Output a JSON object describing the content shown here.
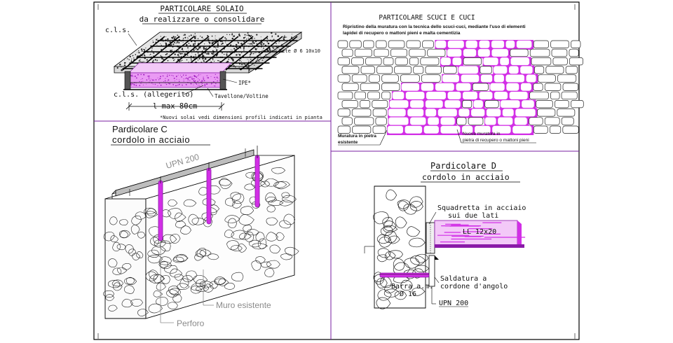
{
  "colors": {
    "frame": "#000000",
    "divider": "#7a1fa2",
    "accent": "#d22fe6",
    "accent_dark": "#8a1aa8",
    "wall_line": "#222222",
    "label_grey": "#8a8a8a"
  },
  "panel_a": {
    "title": "PARTICOLARE  SOLAIO",
    "subtitle": "da realizzare o consolidare",
    "label_cls_top": "c.l.s.",
    "label_cls_light": "c.l.s. (allegerito)",
    "label_rete": "Rete Ø 6 10x10",
    "label_ipe": "IPE*",
    "label_tavellone": "Tavellone/Voltine",
    "label_span": "l max     80cm",
    "note": "*Nuovi solai vedi dimensioni profili indicati in pianta"
  },
  "panel_b": {
    "title": "PARTICOLARE SCUCI E CUCI",
    "description_line1": "Ripristino della muratura con la tecnica dello scuci-cuci, mediante l'uso di elementi",
    "description_line2": "lapidei di recupero o mattoni pieni e malta cementizia",
    "label_existing_line1": "Muratura in pietra",
    "label_existing_line2": "esistente",
    "label_new_line1": "Nuova muratura in",
    "label_new_line2": "pietra di recupero o mattoni pieni"
  },
  "panel_c": {
    "title": "Pardicolare C",
    "subtitle": "cordolo in acciaio",
    "label_upn": "UPN 200",
    "label_wall": "Muro esistente",
    "label_hole": "Perforo"
  },
  "panel_d": {
    "title": "Pardicolare D",
    "subtitle": "cordolo in acciaio",
    "label_squadretta_line1": "Squadretta in acciaio",
    "label_squadretta_line2": "sui due lati",
    "label_ll": "LL 12x20",
    "label_saldatura_line1": "Saldatura a",
    "label_saldatura_line2": "cordone d'angolo",
    "label_barra_line1": "Barra a.m.",
    "label_barra_line2": "Ø 16",
    "label_upn": "UPN 200"
  }
}
